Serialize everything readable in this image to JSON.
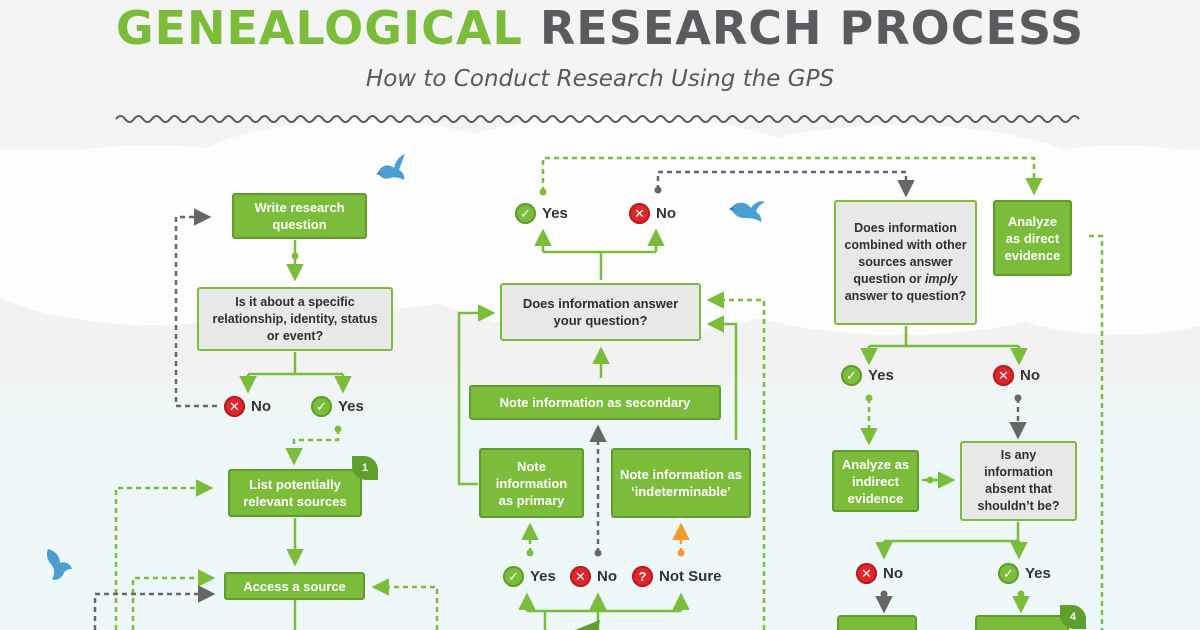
{
  "header": {
    "title_part1": "GENEALOGICAL",
    "title_part2": "RESEARCH PROCESS",
    "subtitle": "How to Conduct Research Using the GPS"
  },
  "colors": {
    "green": "#7bbd3b",
    "green_dark": "#5f9c2c",
    "gray_text": "#5a5b5e",
    "question_fill": "#e8e8e8",
    "no_red": "#e0262a",
    "arrow_gray": "#666666",
    "arrow_orange": "#f39a2b",
    "bird_blue": "#4a9fd0"
  },
  "icons": [
    "check-icon",
    "x-icon",
    "question-icon",
    "bird-icon",
    "leaf-badge-icon"
  ],
  "left_column": {
    "write_question": "Write research question",
    "about_specific": "Is it about a specific relationship, identity, status or event?",
    "no_label": "No",
    "yes_label": "Yes",
    "list_sources": "List potentially relevant sources",
    "list_sources_badge": "1",
    "access_source": "Access a source"
  },
  "middle_column": {
    "top_yes": "Yes",
    "top_no": "No",
    "does_answer": "Does information answer your question?",
    "note_secondary": "Note information as secondary",
    "note_primary": "Note information as primary",
    "note_indeterminable": "Note information as ‘indeterminable’",
    "bottom_yes": "Yes",
    "bottom_no": "No",
    "bottom_not_sure": "Not Sure"
  },
  "right_column": {
    "combined_q_line1": "Does information combined with other sources answer question",
    "combined_q_or": "or",
    "combined_q_imply": "imply",
    "combined_q_line2": "answer to question?",
    "analyze_direct": "Analyze as direct evidence",
    "yes_label": "Yes",
    "no_label": "No",
    "analyze_indirect": "Analyze as indirect evidence",
    "absent_q": "Is any information absent that shouldn’t be?",
    "bottom_no": "No",
    "bottom_yes": "Yes",
    "bottom_badge": "4"
  }
}
